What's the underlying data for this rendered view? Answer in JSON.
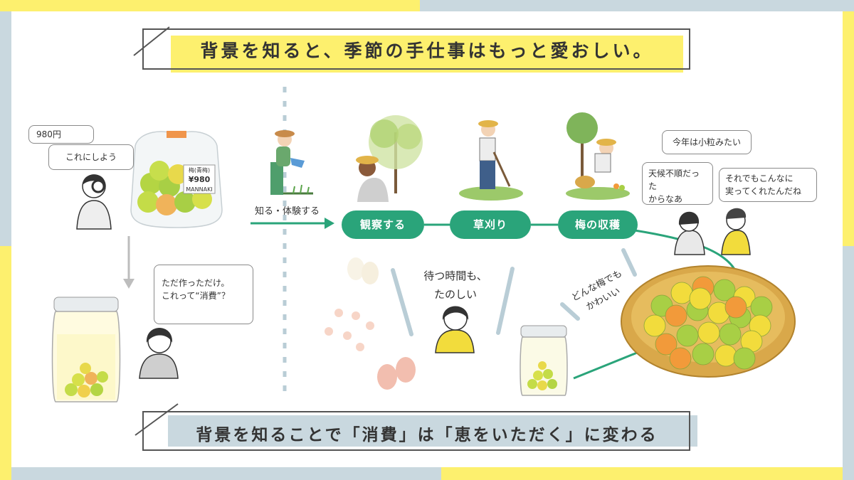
{
  "title": "背景を知ると、季節の手仕事はもっと愛おしい。",
  "footer": "背景を知ることで「消費」は「恵をいただく」に変わる",
  "left": {
    "price_bubble": "980円",
    "choice_bubble": "これにしよう",
    "bag_label_top": "梅(青梅)",
    "bag_label_price": "¥980",
    "bag_label_brand": "MANNAKI",
    "thought_bubble_line1": "ただ作っただけ。",
    "thought_bubble_line2": "これって“消費”？"
  },
  "flow": {
    "arrow_label": "知る・体験する",
    "steps": [
      "観察する",
      "草刈り",
      "梅の収穫"
    ]
  },
  "middle": {
    "waiting_line1": "待つ時間も、",
    "waiting_line2": "たのしい",
    "cute_line1": "どんな梅でも",
    "cute_line2": "かわいい"
  },
  "right": {
    "bubble_small": "今年は小粒みたい",
    "bubble_weather_line1": "天候不順だった",
    "bubble_weather_line2": "からなあ",
    "bubble_thanks_line1": "それでもこんなに",
    "bubble_thanks_line2": "実ってくれたんだね"
  },
  "colors": {
    "accent_green": "#2aa47a",
    "highlight_yellow": "#fdf06e",
    "highlight_blue": "#c9d8df",
    "plum_green": "#a8cf45",
    "plum_yellow": "#f2dc3c",
    "plum_orange": "#f29a3a"
  }
}
